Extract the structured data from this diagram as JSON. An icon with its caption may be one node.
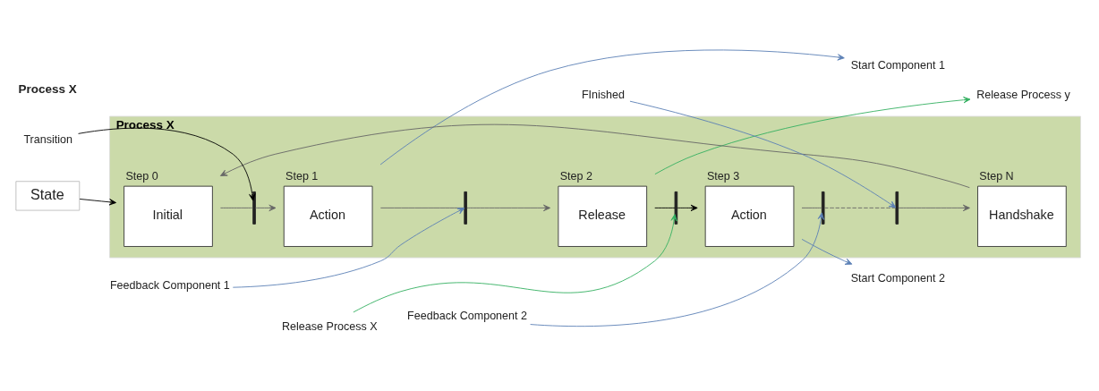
{
  "diagram": {
    "nodes": [
      {
        "text": [
          "Process X"
        ]
      },
      {
        "text": [
          "Initial"
        ],
        "beside": [
          "Step 0"
        ],
        "in": 0
      },
      {
        "text": [],
        "shape": "bar",
        "in": 0
      },
      {
        "text": [
          "Action"
        ],
        "beside": [
          "Step 1"
        ],
        "in": 0
      },
      {
        "text": [],
        "shape": "bar",
        "in": 0
      },
      {
        "text": [
          "Release"
        ],
        "beside": [
          "Step 2"
        ],
        "in": 0
      },
      {
        "text": [],
        "shape": "bar",
        "in": 0
      },
      {
        "text": [
          "Action"
        ],
        "beside": [
          "Step 3"
        ],
        "in": 0
      },
      {
        "text": [],
        "shape": "bar",
        "in": 0
      },
      {
        "text": [],
        "shape": "bar",
        "in": 0
      },
      {
        "text": [
          "Handshake"
        ],
        "beside": [
          "Step N"
        ],
        "in": 0
      },
      {
        "text": [
          "State"
        ]
      },
      {
        "text": [
          "Transition"
        ]
      },
      {
        "text": [
          "Release Process y"
        ]
      },
      {
        "text": [
          "Release Process X"
        ]
      },
      {
        "text": [
          "Start Component 1"
        ]
      },
      {
        "text": [
          "Feedback Component 1"
        ]
      },
      {
        "text": [
          "Start Component 2"
        ]
      },
      {
        "text": [
          "Feedback Component 2"
        ]
      },
      {
        "text": [
          "FInished"
        ]
      }
    ],
    "edges": [
      {
        "from": 1,
        "to": 2,
        "arrow": "none"
      },
      {
        "from": 2,
        "to": 3,
        "arrow": "to"
      },
      {
        "from": 3,
        "to": 4,
        "arrow": "none"
      },
      {
        "from": 4,
        "to": 5,
        "arrow": "to"
      },
      {
        "from": 5,
        "to": 6,
        "arrow": "none",
        "color": "#000000"
      },
      {
        "from": 6,
        "to": 7,
        "arrow": "to",
        "color": "#000000"
      },
      {
        "from": 7,
        "to": 8,
        "arrow": "none"
      },
      {
        "from": 8,
        "to": 9,
        "arrow": "none",
        "style": "dashed"
      },
      {
        "from": 9,
        "to": 10,
        "arrow": "to"
      },
      {
        "from": 10,
        "to": 1,
        "arrow": "to"
      },
      {
        "from": 11,
        "to": 1,
        "arrow": "to",
        "color": "#000000"
      },
      {
        "from": 12,
        "to": 2,
        "arrow": "to",
        "color": "#000000"
      },
      {
        "from": 5,
        "to": 13,
        "arrow": "to",
        "color": "#33b060"
      },
      {
        "from": 14,
        "to": 6,
        "arrow": "to",
        "color": "#33b060"
      },
      {
        "from": 3,
        "to": 15,
        "arrow": "to",
        "color": "#5b7fb5"
      },
      {
        "from": 16,
        "to": 4,
        "arrow": "to",
        "color": "#5b7fb5"
      },
      {
        "from": 7,
        "to": 17,
        "arrow": "to",
        "color": "#5b7fb5"
      },
      {
        "from": 18,
        "to": 8,
        "arrow": "to",
        "color": "#5b7fb5"
      },
      {
        "from": 19,
        "to": 9,
        "arrow": "to",
        "color": "#5b7fb5"
      }
    ],
    "labels": [
      "Process X"
    ]
  }
}
